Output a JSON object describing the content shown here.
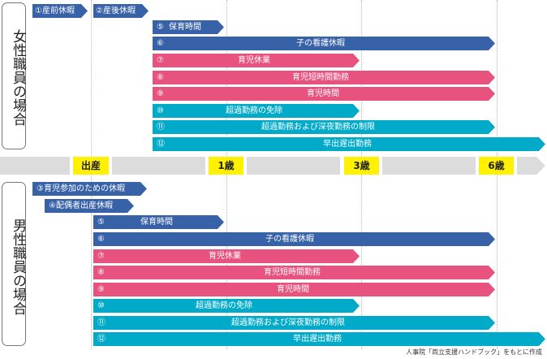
{
  "female_panel": {
    "label": "女性職員の場合"
  },
  "male_panel": {
    "label": "男性職員の場合"
  },
  "timeline": {
    "markers": [
      "出産",
      "1歳",
      "3歳",
      "6歳"
    ]
  },
  "female_bars": [
    {
      "num": "①",
      "label": "産前休暇",
      "color": "#3862a8"
    },
    {
      "num": "②",
      "label": "産後休暇",
      "color": "#3862a8"
    },
    {
      "num": "⑤",
      "label": "保育時間",
      "color": "#3862a8"
    },
    {
      "num": "⑥",
      "label": "子の看護休暇",
      "color": "#3862a8"
    },
    {
      "num": "⑦",
      "label": "育児休業",
      "color": "#e8527f"
    },
    {
      "num": "⑧",
      "label": "育児短時間勤務",
      "color": "#e8527f"
    },
    {
      "num": "⑨",
      "label": "育児時間",
      "color": "#e8527f"
    },
    {
      "num": "⑩",
      "label": "超過勤務の免除",
      "color": "#00aac8"
    },
    {
      "num": "⑪",
      "label": "超過勤務および深夜勤務の制限",
      "color": "#00aac8"
    },
    {
      "num": "⑫",
      "label": "早出遅出勤務",
      "color": "#00aac8"
    }
  ],
  "male_bars": [
    {
      "num": "③",
      "label": "育児参加のための休暇",
      "color": "#3862a8"
    },
    {
      "num": "④",
      "label": "配偶者出産休暇",
      "color": "#3862a8"
    },
    {
      "num": "⑤",
      "label": "保育時間",
      "color": "#3862a8"
    },
    {
      "num": "⑥",
      "label": "子の看護休暇",
      "color": "#3862a8"
    },
    {
      "num": "⑦",
      "label": "育児休業",
      "color": "#e8527f"
    },
    {
      "num": "⑧",
      "label": "育児短時間勤務",
      "color": "#e8527f"
    },
    {
      "num": "⑨",
      "label": "育児時間",
      "color": "#e8527f"
    },
    {
      "num": "⑩",
      "label": "超過勤務の免除",
      "color": "#00aac8"
    },
    {
      "num": "⑪",
      "label": "超過勤務および深夜勤務の制限",
      "color": "#00aac8"
    },
    {
      "num": "⑫",
      "label": "早出遅出勤務",
      "color": "#00aac8"
    }
  ],
  "footnote": "人事院「両立支援ハンドブック」をもとに作成",
  "colors": {
    "blue": "#3862a8",
    "pink": "#e8527f",
    "cyan": "#00aac8",
    "marker": "#fff100",
    "timeline": "#dcdcdc"
  }
}
